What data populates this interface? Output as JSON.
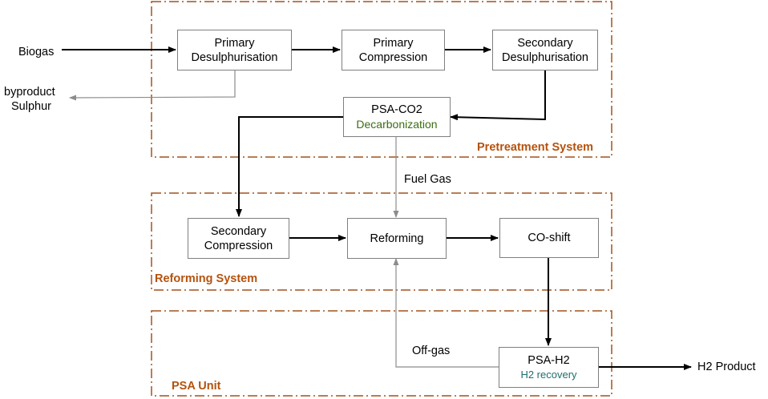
{
  "colors": {
    "group_border": "#a0521e",
    "group_label": "#b5520d",
    "decarbonization_text": "#3a6e12",
    "h2_recovery_text": "#1f6e6e",
    "main_arrow": "#000000",
    "secondary_arrow": "#8c8c8c",
    "box_border": "#7f7f7f"
  },
  "groups": {
    "pretreatment": "Pretreatment System",
    "reforming": "Reforming System",
    "psa": "PSA Unit"
  },
  "nodes": {
    "primary_desulph": {
      "line1": "Primary",
      "line2": "Desulphurisation"
    },
    "primary_compression": {
      "line1": "Primary",
      "line2": "Compression"
    },
    "secondary_desulph": {
      "line1": "Secondary",
      "line2": "Desulphurisation"
    },
    "psa_co2": {
      "line1": "PSA-CO2",
      "line2": "Decarbonization"
    },
    "secondary_compression": {
      "line1": "Secondary",
      "line2": "Compression"
    },
    "reforming": {
      "line1": "Reforming"
    },
    "co_shift": {
      "line1": "CO-shift"
    },
    "psa_h2": {
      "line1": "PSA-H2",
      "line2": "H2 recovery"
    }
  },
  "labels": {
    "biogas": "Biogas",
    "byproduct_line1": "byproduct",
    "byproduct_line2": "Sulphur",
    "fuel_gas": "Fuel Gas",
    "off_gas": "Off-gas",
    "h2_product": "H2 Product"
  }
}
